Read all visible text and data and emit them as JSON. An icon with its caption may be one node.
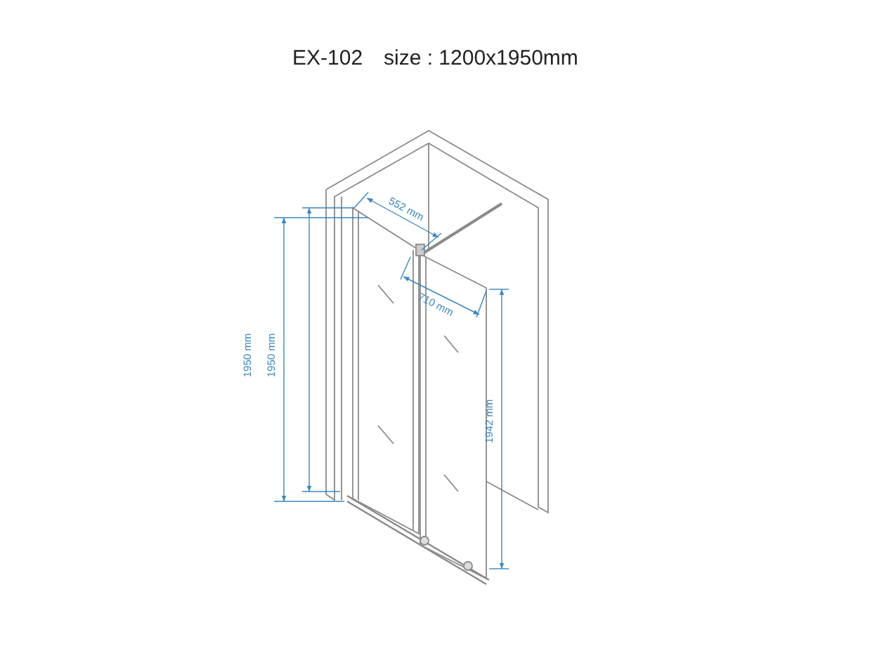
{
  "diagram": {
    "title": "EX-102",
    "labels": [
      "size : 1200x1950mm",
      "552 mm",
      "710 mm",
      "1950 mm",
      "1950 mm",
      "1942 mm"
    ]
  }
}
